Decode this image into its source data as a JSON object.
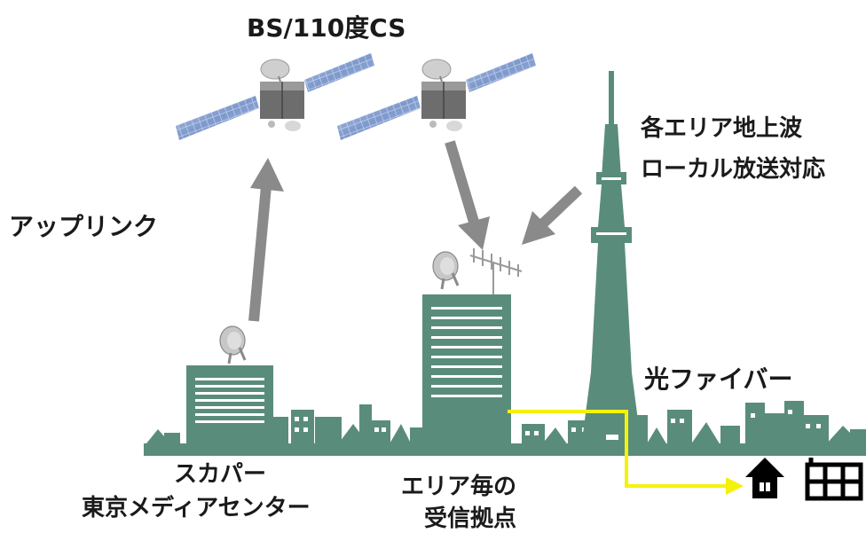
{
  "labels": {
    "satellites": "BS/110度CS",
    "uplink": "アップリンク",
    "terrestrial_line1": "各エリア地上波",
    "terrestrial_line2": "ローカル放送対応",
    "fiber": "光ファイバー",
    "center_line1": "スカパー",
    "center_line2": "東京メディアセンター",
    "base_line1": "エリア毎の",
    "base_line2": "受信拠点"
  },
  "colors": {
    "building": "#5a8c7c",
    "arrow": "#8a8a8a",
    "fiber": "#f5f20a",
    "text": "#1a1a1a",
    "panel": "#6f8fc9"
  },
  "icons": [
    "satellite-icon",
    "satellite-dish-icon",
    "yagi-antenna-icon",
    "tower-icon",
    "house-icon",
    "apartment-icon"
  ]
}
